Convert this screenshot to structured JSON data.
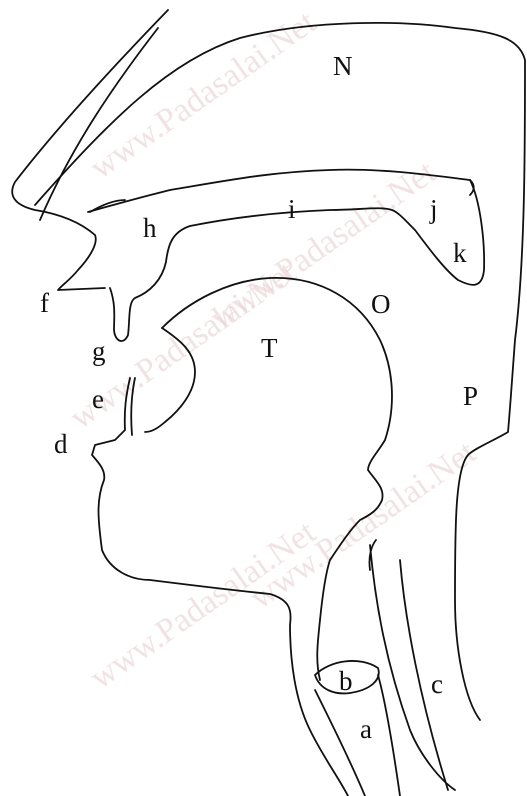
{
  "labels": {
    "N": "N",
    "i": "i",
    "j": "j",
    "k": "k",
    "h": "h",
    "f": "f",
    "O": "O",
    "g": "g",
    "T": "T",
    "e": "e",
    "P": "P",
    "d": "d",
    "b": "b",
    "c": "c",
    "a": "a"
  },
  "watermark": "www.Padasalai.Net"
}
